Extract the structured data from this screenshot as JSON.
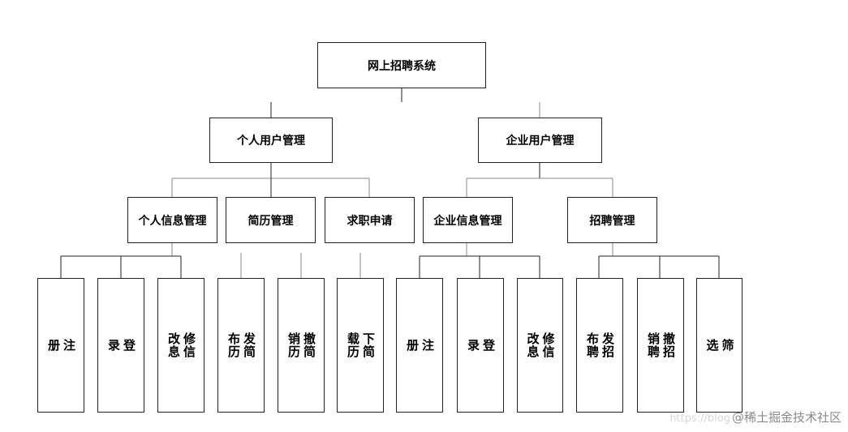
{
  "root": "网上招聘系统",
  "level1": [
    "个人用户管理",
    "企业用户管理"
  ],
  "level2": [
    "个人信息管理",
    "简历管理",
    "求职申请",
    "企业信息管理",
    "招聘管理"
  ],
  "leaves": [
    {
      "col1": "注",
      "col2": "册"
    },
    {
      "col1": "登",
      "col2": "录"
    },
    {
      "col1": "修信",
      "col2": "改息"
    },
    {
      "col1": "发简",
      "col2": "布历"
    },
    {
      "col1": "撤简",
      "col2": "销历"
    },
    {
      "col1": "下简",
      "col2": "载历"
    },
    {
      "col1": "注",
      "col2": "册"
    },
    {
      "col1": "登",
      "col2": "录"
    },
    {
      "col1": "修信",
      "col2": "改息"
    },
    {
      "col1": "发招",
      "col2": "布聘"
    },
    {
      "col1": "撤招",
      "col2": "销聘"
    },
    {
      "col1": "筛",
      "col2": "选"
    }
  ],
  "watermark": {
    "url": "https://blog",
    "site": "@稀土掘金技术社区"
  }
}
